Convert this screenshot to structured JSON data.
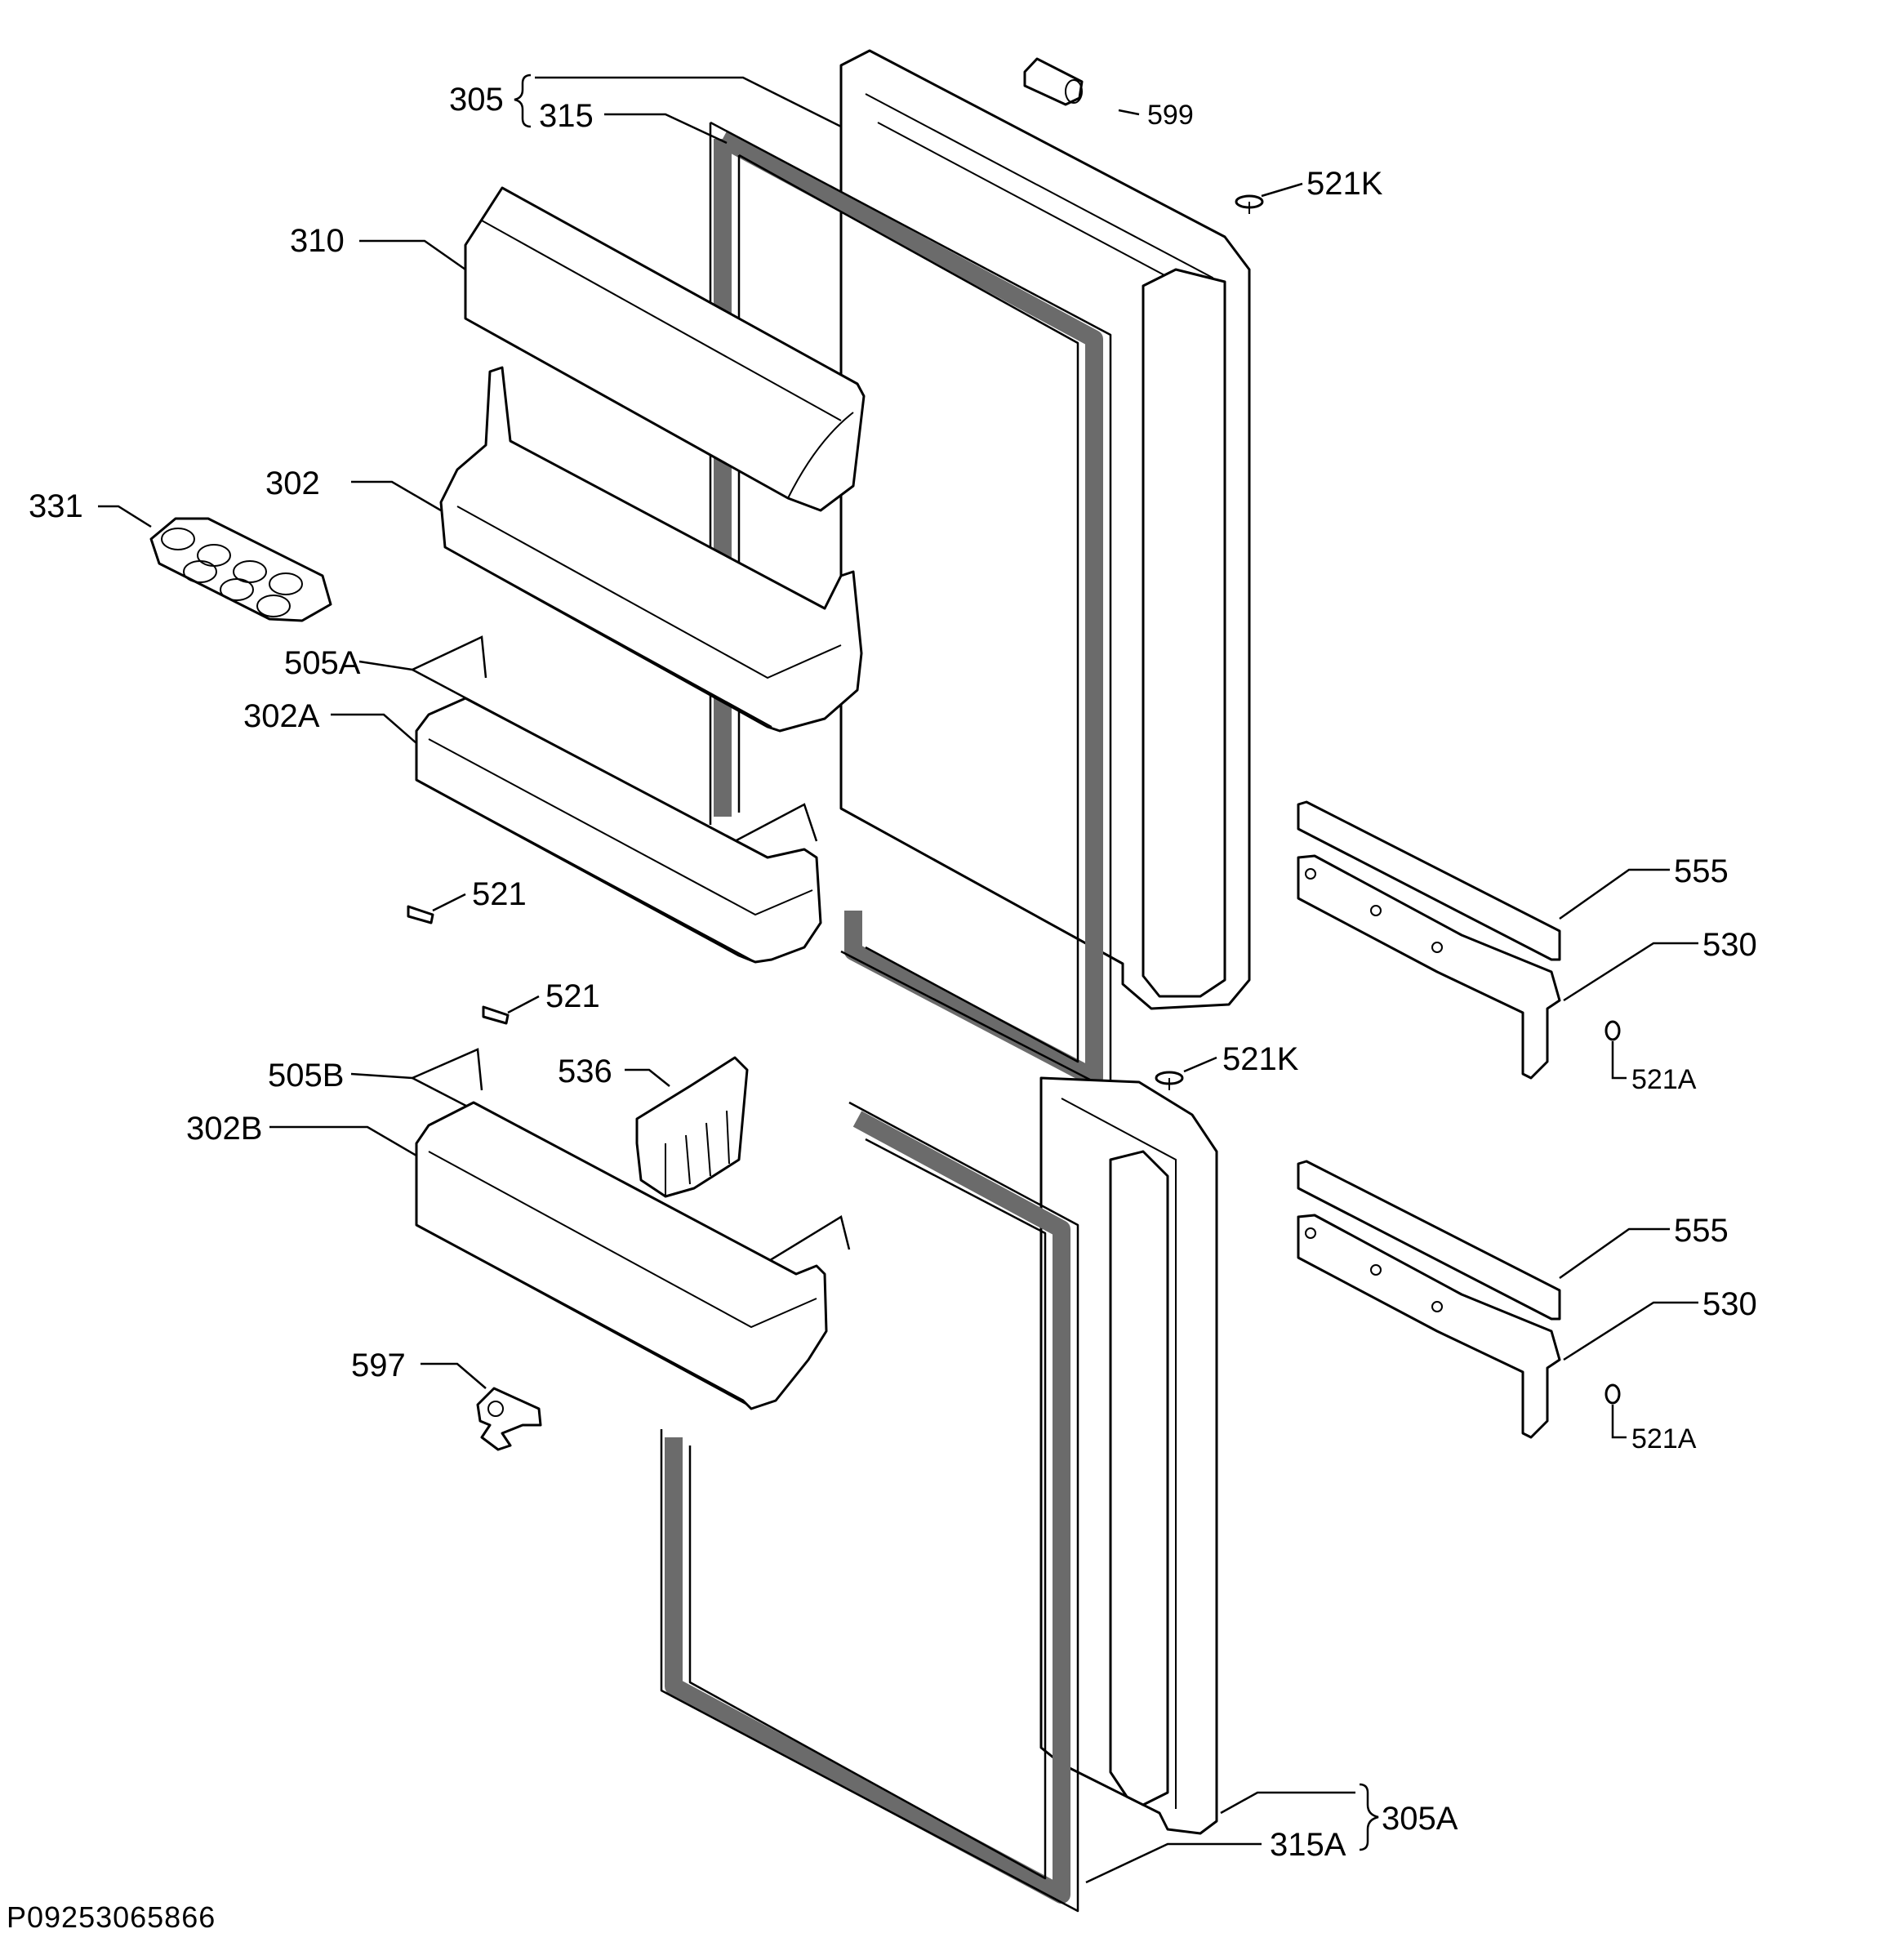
{
  "drawing_code": "P09253065866",
  "labels": {
    "l305": "305",
    "l315": "315",
    "l599": "599",
    "l521k_top": "521K",
    "l310": "310",
    "l302": "302",
    "l331": "331",
    "l505a": "505A",
    "l302a": "302A",
    "l521_a": "521",
    "l521_b": "521",
    "l555_top": "555",
    "l530_top": "530",
    "l521a_top": "521A",
    "l521k_mid": "521K",
    "l505b": "505B",
    "l536": "536",
    "l302b": "302B",
    "l555_bot": "555",
    "l530_bot": "530",
    "l521a_bot": "521A",
    "l597": "597",
    "l305a": "305A",
    "l315a": "315A"
  }
}
